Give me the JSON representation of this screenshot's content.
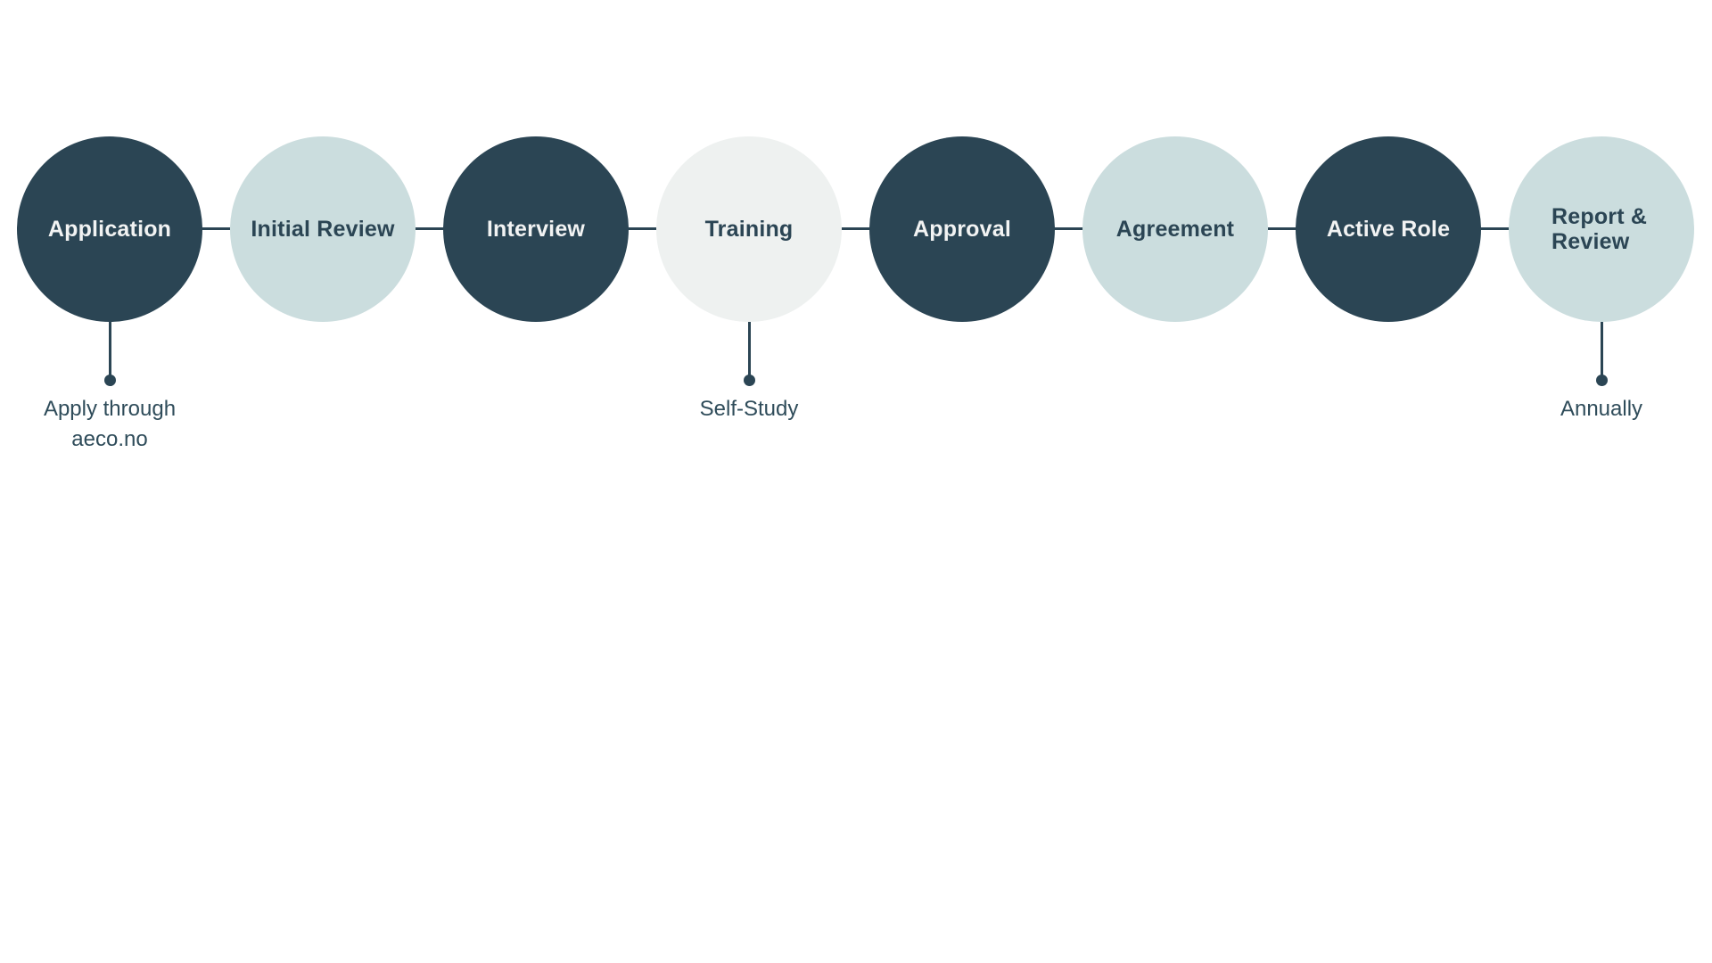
{
  "diagram": {
    "kind": "process-flow",
    "background": "#ffffff"
  },
  "colors": {
    "dark": "#2B4554",
    "light": "#CBDDDE",
    "lighter": "#EEF1F0",
    "text_on_dark": "#F2F3F3",
    "callout_text": "#2F4C5A",
    "connector": "#2B4554"
  },
  "steps": [
    {
      "label": "Application",
      "variant": "dark",
      "callout": "Apply through aeco.no"
    },
    {
      "label": "Initial Review",
      "variant": "light",
      "callout": ""
    },
    {
      "label": "Interview",
      "variant": "dark",
      "callout": ""
    },
    {
      "label": "Training",
      "variant": "lighter",
      "callout": "Self-Study"
    },
    {
      "label": "Approval",
      "variant": "dark",
      "callout": ""
    },
    {
      "label": "Agreement",
      "variant": "light",
      "callout": ""
    },
    {
      "label": "Active Role",
      "variant": "dark",
      "callout": ""
    },
    {
      "label": "Report & Review",
      "variant": "light",
      "callout": "Annually"
    }
  ]
}
